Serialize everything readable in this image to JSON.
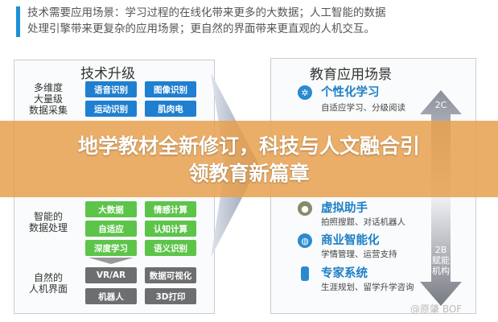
{
  "intro": {
    "line1": "技术需要应用场景：学习过程的在线化带来更多的大数据；人工智能的数据",
    "line2": "处理引擎带来更复杂的应用场景；更自然的界面带来更直观的人机交互。"
  },
  "left": {
    "title": "技术升级",
    "labels": [
      "多维度\n大量级\n数据采集",
      "智能的\n数据处理",
      "自然的\n人机界面"
    ],
    "boxes": [
      "语音识别",
      "图像识别",
      "运动识别",
      "肌肉电",
      "大数据",
      "情感计算",
      "自适应",
      "认知计算",
      "深度学习",
      "语义识别",
      "VR/AR",
      "数据可视化",
      "机器人",
      "3D打印"
    ]
  },
  "right": {
    "title": "教育应用场景",
    "items": [
      {
        "name": "个性化学习",
        "sub": "自适应学习、分级阅读"
      },
      {
        "name": "虚拟助手",
        "sub": "拍照搜题、对话机器人"
      },
      {
        "name": "商业智能化",
        "sub": "学情管理、运营支持"
      },
      {
        "name": "专家系统",
        "sub": "生涯规划、留学升学咨询"
      }
    ],
    "arrow_top": "2C",
    "arrow_bottom": "2B\n赋能\n机构"
  },
  "banner": {
    "line1": "地学教材全新修订，科技与人文融合引",
    "line2": "领教育新篇章"
  },
  "watermark": "@原肇 BOF"
}
